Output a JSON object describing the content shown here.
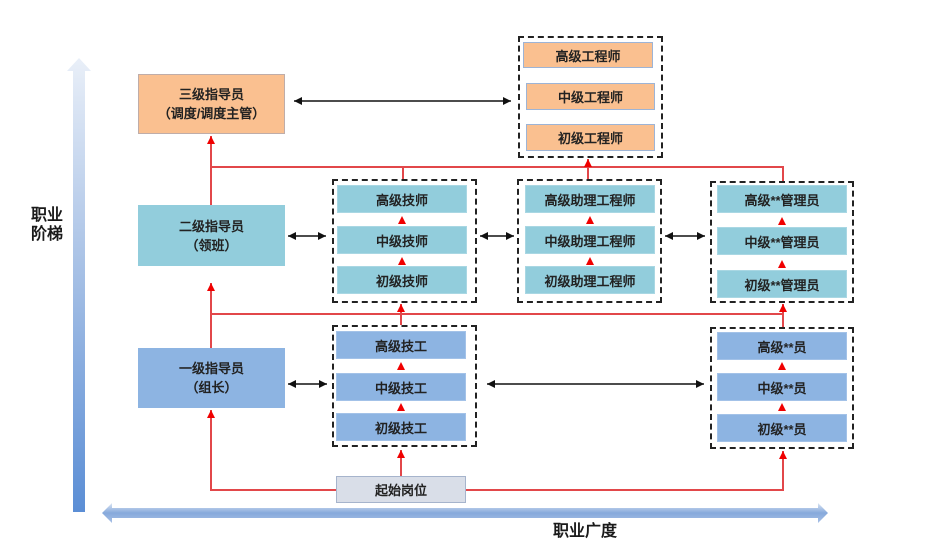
{
  "axes": {
    "vertical_label_line1": "职业",
    "vertical_label_line2": "阶梯",
    "horizontal_label": "职业广度"
  },
  "supervisors": {
    "level3": {
      "title": "三级指导员",
      "subtitle": "（调度/调度主管）"
    },
    "level2": {
      "title": "二级指导员",
      "subtitle": "（领班）"
    },
    "level1": {
      "title": "一级指导员",
      "subtitle": "（组长）"
    }
  },
  "groups": {
    "engineer": [
      "高级工程师",
      "中级工程师",
      "初级工程师"
    ],
    "technician": [
      "高级技师",
      "中级技师",
      "初级技师"
    ],
    "assistant_engineer": [
      "高级助理工程师",
      "中级助理工程师",
      "初级助理工程师"
    ],
    "manager": [
      "高级**管理员",
      "中级**管理员",
      "初级**管理员"
    ],
    "worker": [
      "高级技工",
      "中级技工",
      "初级技工"
    ],
    "staff": [
      "高级**员",
      "中级**员",
      "初级**员"
    ]
  },
  "start_position": "起始岗位",
  "colors": {
    "level3": "#FAC090",
    "level2": "#92CDDC",
    "level1": "#8DB4E2",
    "start": "#D9DEE8",
    "promotion_line": "#E2474A",
    "promotion_head": "#F00000"
  }
}
